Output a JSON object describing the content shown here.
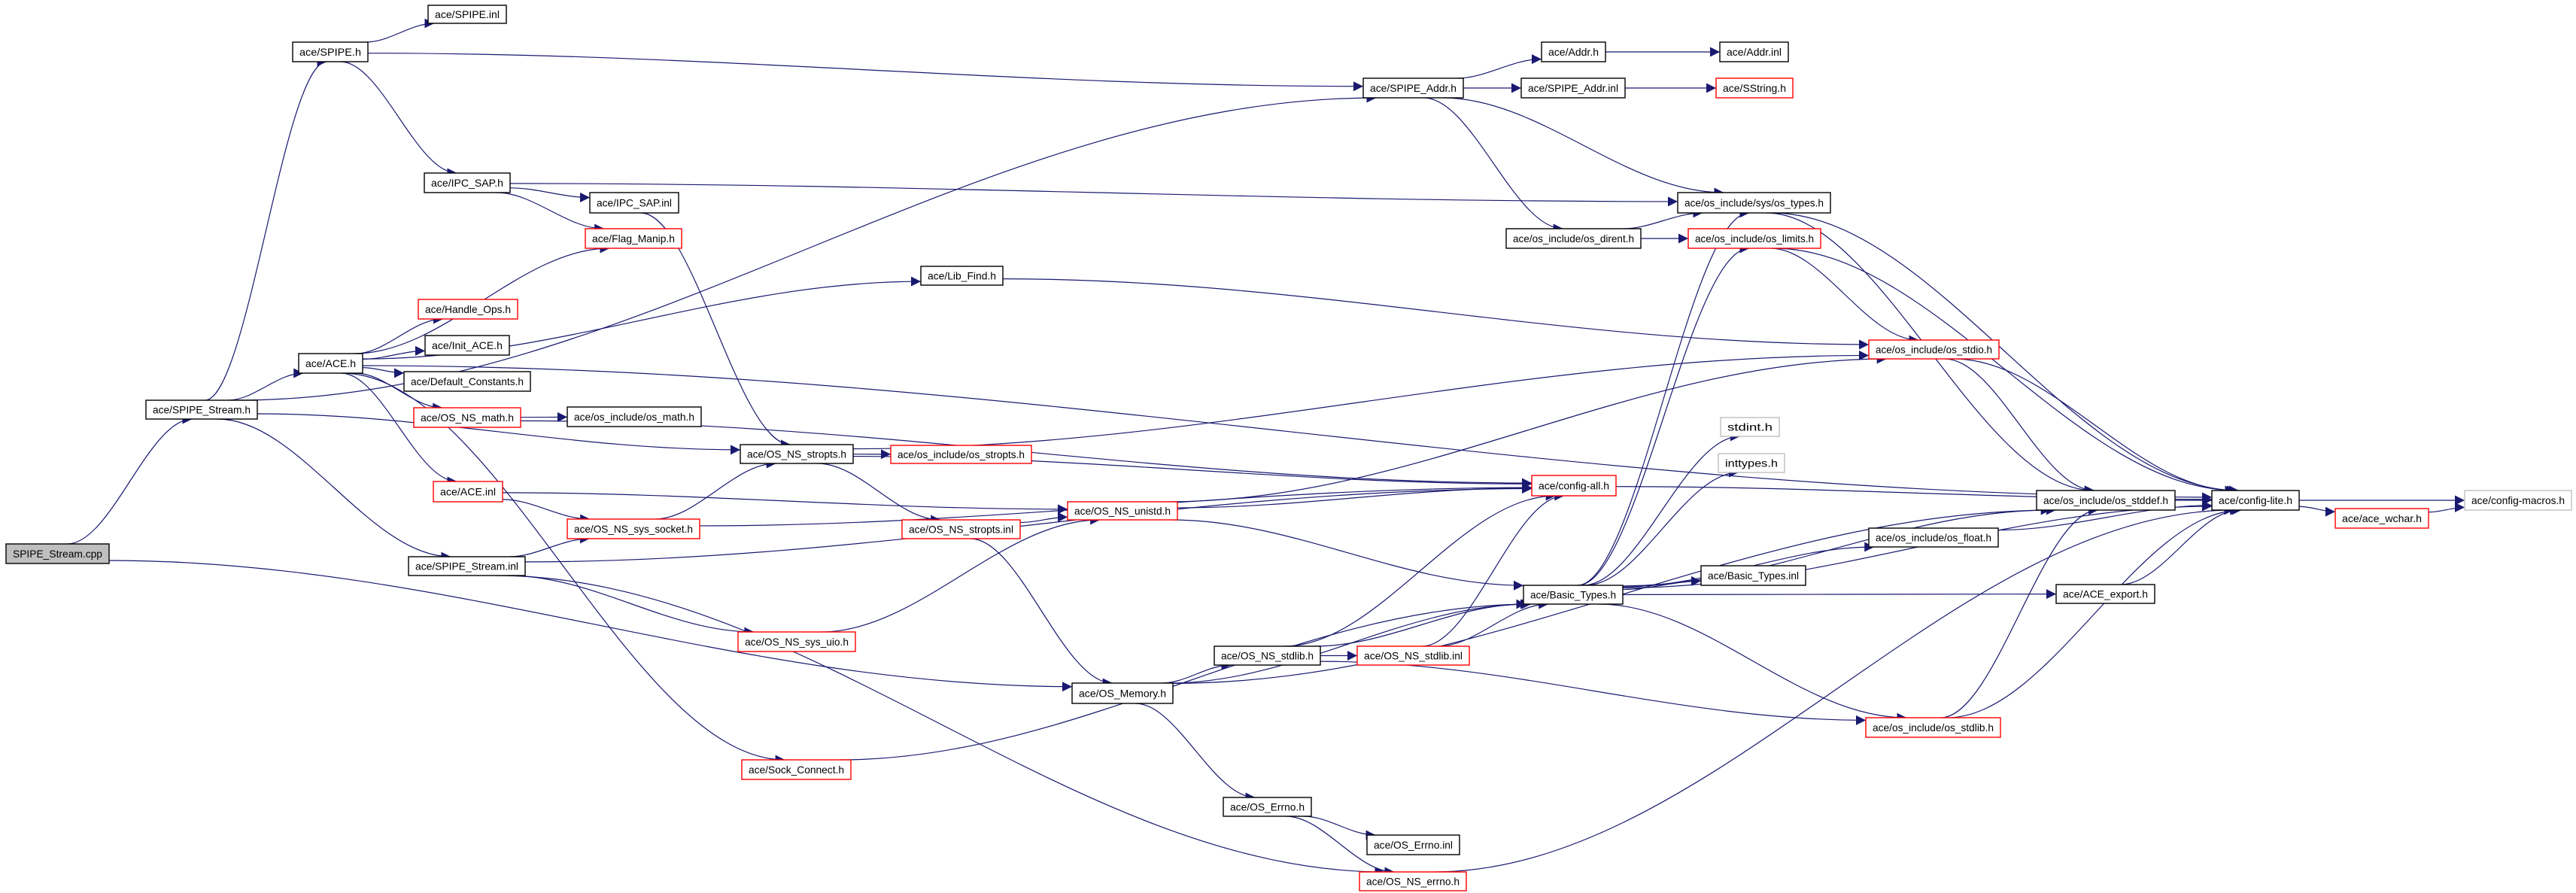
{
  "colors": {
    "edge": "#191970",
    "border_default": "#000000",
    "border_truncated": "#ff0000",
    "border_undocumented": "#bfbfbf",
    "root_fill": "#bfbfbf"
  },
  "nodes": {
    "cpp": {
      "label": "SPIPE_Stream.cpp",
      "kind": "root"
    },
    "spipe_stream_h": {
      "label": "ace/SPIPE_Stream.h",
      "kind": "default"
    },
    "spipe_h": {
      "label": "ace/SPIPE.h",
      "kind": "default"
    },
    "spipe_inl": {
      "label": "ace/SPIPE.inl",
      "kind": "default"
    },
    "ipc_sap_h": {
      "label": "ace/IPC_SAP.h",
      "kind": "default"
    },
    "ipc_sap_inl": {
      "label": "ace/IPC_SAP.inl",
      "kind": "default"
    },
    "flag_manip": {
      "label": "ace/Flag_Manip.h",
      "kind": "truncated"
    },
    "handle_ops": {
      "label": "ace/Handle_Ops.h",
      "kind": "truncated"
    },
    "init_ace": {
      "label": "ace/Init_ACE.h",
      "kind": "default"
    },
    "ace_h": {
      "label": "ace/ACE.h",
      "kind": "default"
    },
    "default_constants": {
      "label": "ace/Default_Constants.h",
      "kind": "default"
    },
    "os_ns_math": {
      "label": "ace/OS_NS_math.h",
      "kind": "truncated"
    },
    "os_math": {
      "label": "ace/os_include/os_math.h",
      "kind": "default"
    },
    "os_ns_stropts_h": {
      "label": "ace/OS_NS_stropts.h",
      "kind": "default"
    },
    "ace_inl": {
      "label": "ace/ACE.inl",
      "kind": "truncated"
    },
    "os_ns_sys_socket": {
      "label": "ace/OS_NS_sys_socket.h",
      "kind": "truncated"
    },
    "spipe_stream_inl": {
      "label": "ace/SPIPE_Stream.inl",
      "kind": "default"
    },
    "os_ns_sys_uio": {
      "label": "ace/OS_NS_sys_uio.h",
      "kind": "truncated"
    },
    "sock_connect": {
      "label": "ace/Sock_Connect.h",
      "kind": "truncated"
    },
    "spipe_addr_h": {
      "label": "ace/SPIPE_Addr.h",
      "kind": "default"
    },
    "addr_h": {
      "label": "ace/Addr.h",
      "kind": "default"
    },
    "addr_inl": {
      "label": "ace/Addr.inl",
      "kind": "default"
    },
    "spipe_addr_inl": {
      "label": "ace/SPIPE_Addr.inl",
      "kind": "default"
    },
    "sstring": {
      "label": "ace/SString.h",
      "kind": "truncated"
    },
    "os_types": {
      "label": "ace/os_include/sys/os_types.h",
      "kind": "default"
    },
    "os_dirent": {
      "label": "ace/os_include/os_dirent.h",
      "kind": "default"
    },
    "os_limits": {
      "label": "ace/os_include/os_limits.h",
      "kind": "truncated"
    },
    "lib_find": {
      "label": "ace/Lib_Find.h",
      "kind": "default"
    },
    "os_stdio": {
      "label": "ace/os_include/os_stdio.h",
      "kind": "truncated"
    },
    "os_stropts": {
      "label": "ace/os_include/os_stropts.h",
      "kind": "truncated"
    },
    "config_all": {
      "label": "ace/config-all.h",
      "kind": "truncated"
    },
    "os_ns_unistd": {
      "label": "ace/OS_NS_unistd.h",
      "kind": "truncated"
    },
    "os_ns_stropts_inl": {
      "label": "ace/OS_NS_stropts.inl",
      "kind": "truncated"
    },
    "basic_types_h": {
      "label": "ace/Basic_Types.h",
      "kind": "default"
    },
    "basic_types_inl": {
      "label": "ace/Basic_Types.inl",
      "kind": "default"
    },
    "os_ns_stdlib_h": {
      "label": "ace/OS_NS_stdlib.h",
      "kind": "default"
    },
    "os_ns_stdlib_inl": {
      "label": "ace/OS_NS_stdlib.inl",
      "kind": "truncated"
    },
    "os_memory": {
      "label": "ace/OS_Memory.h",
      "kind": "default"
    },
    "os_errno_h": {
      "label": "ace/OS_Errno.h",
      "kind": "default"
    },
    "os_errno_inl": {
      "label": "ace/OS_Errno.inl",
      "kind": "default"
    },
    "os_ns_errno": {
      "label": "ace/OS_NS_errno.h",
      "kind": "truncated"
    },
    "stdint": {
      "label": "stdint.h",
      "kind": "undocumented"
    },
    "inttypes": {
      "label": "inttypes.h",
      "kind": "undocumented"
    },
    "os_stddef": {
      "label": "ace/os_include/os_stddef.h",
      "kind": "default"
    },
    "config_lite": {
      "label": "ace/config-lite.h",
      "kind": "default"
    },
    "config_macros": {
      "label": "ace/config-macros.h",
      "kind": "undocumented"
    },
    "ace_wchar": {
      "label": "ace/ace_wchar.h",
      "kind": "truncated"
    },
    "os_float": {
      "label": "ace/os_include/os_float.h",
      "kind": "default"
    },
    "ace_export": {
      "label": "ace/ACE_export.h",
      "kind": "default"
    },
    "os_stdlib": {
      "label": "ace/os_include/os_stdlib.h",
      "kind": "truncated"
    }
  },
  "edges": [
    [
      "cpp",
      "spipe_stream_h"
    ],
    [
      "cpp",
      "os_memory"
    ],
    [
      "spipe_stream_h",
      "spipe_h"
    ],
    [
      "spipe_stream_h",
      "ace_h"
    ],
    [
      "spipe_stream_h",
      "os_ns_stropts_h"
    ],
    [
      "spipe_stream_h",
      "spipe_stream_inl"
    ],
    [
      "spipe_stream_h",
      "spipe_addr_h"
    ],
    [
      "spipe_h",
      "spipe_inl"
    ],
    [
      "spipe_h",
      "spipe_addr_h"
    ],
    [
      "spipe_h",
      "ipc_sap_h"
    ],
    [
      "ipc_sap_h",
      "ipc_sap_inl"
    ],
    [
      "ipc_sap_h",
      "flag_manip"
    ],
    [
      "ipc_sap_h",
      "os_types"
    ],
    [
      "ipc_sap_inl",
      "os_ns_stropts_h"
    ],
    [
      "ace_h",
      "flag_manip"
    ],
    [
      "ace_h",
      "lib_find"
    ],
    [
      "ace_h",
      "handle_ops"
    ],
    [
      "ace_h",
      "init_ace"
    ],
    [
      "ace_h",
      "default_constants"
    ],
    [
      "ace_h",
      "os_ns_math"
    ],
    [
      "ace_h",
      "ace_inl"
    ],
    [
      "ace_h",
      "sock_connect"
    ],
    [
      "ace_h",
      "config_lite"
    ],
    [
      "os_ns_math",
      "os_math"
    ],
    [
      "os_ns_math",
      "config_all"
    ],
    [
      "spipe_addr_h",
      "addr_h"
    ],
    [
      "spipe_addr_h",
      "spipe_addr_inl"
    ],
    [
      "spipe_addr_h",
      "os_types"
    ],
    [
      "spipe_addr_h",
      "os_dirent"
    ],
    [
      "addr_h",
      "addr_inl"
    ],
    [
      "spipe_addr_inl",
      "sstring"
    ],
    [
      "os_dirent",
      "os_types"
    ],
    [
      "os_dirent",
      "os_limits"
    ],
    [
      "os_types",
      "os_stddef"
    ],
    [
      "os_types",
      "config_lite"
    ],
    [
      "os_limits",
      "os_stdio"
    ],
    [
      "os_limits",
      "config_lite"
    ],
    [
      "lib_find",
      "os_stdio"
    ],
    [
      "os_ns_stropts_h",
      "os_stdio"
    ],
    [
      "os_ns_stropts_h",
      "os_stropts"
    ],
    [
      "os_ns_stropts_h",
      "config_all"
    ],
    [
      "os_ns_stropts_h",
      "os_ns_stropts_inl"
    ],
    [
      "os_stdio",
      "os_stddef"
    ],
    [
      "os_stdio",
      "config_lite"
    ],
    [
      "ace_inl",
      "os_ns_unistd"
    ],
    [
      "ace_inl",
      "os_ns_sys_socket"
    ],
    [
      "os_ns_sys_socket",
      "os_ns_stropts_h"
    ],
    [
      "os_ns_sys_socket",
      "config_all"
    ],
    [
      "spipe_stream_inl",
      "os_ns_sys_socket"
    ],
    [
      "spipe_stream_inl",
      "os_ns_sys_uio"
    ],
    [
      "spipe_stream_inl",
      "os_ns_errno"
    ],
    [
      "spipe_stream_inl",
      "config_all"
    ],
    [
      "os_ns_sys_uio",
      "os_ns_unistd"
    ],
    [
      "os_ns_stropts_inl",
      "os_ns_unistd"
    ],
    [
      "os_ns_stropts_inl",
      "os_memory"
    ],
    [
      "os_ns_unistd",
      "config_all"
    ],
    [
      "os_ns_unistd",
      "basic_types_h"
    ],
    [
      "os_ns_unistd",
      "os_stdio"
    ],
    [
      "config_all",
      "config_lite"
    ],
    [
      "basic_types_h",
      "os_types"
    ],
    [
      "basic_types_h",
      "os_limits"
    ],
    [
      "basic_types_h",
      "stdint"
    ],
    [
      "basic_types_h",
      "inttypes"
    ],
    [
      "basic_types_h",
      "os_stddef"
    ],
    [
      "basic_types_h",
      "os_float"
    ],
    [
      "basic_types_h",
      "basic_types_inl"
    ],
    [
      "basic_types_h",
      "ace_export"
    ],
    [
      "basic_types_h",
      "config_lite"
    ],
    [
      "basic_types_h",
      "os_stdlib"
    ],
    [
      "os_memory",
      "os_ns_stdlib_h"
    ],
    [
      "os_memory",
      "basic_types_h"
    ],
    [
      "os_memory",
      "os_stddef"
    ],
    [
      "os_memory",
      "os_errno_h"
    ],
    [
      "os_ns_stdlib_h",
      "os_ns_stdlib_inl"
    ],
    [
      "os_ns_stdlib_h",
      "config_all"
    ],
    [
      "os_ns_stdlib_h",
      "basic_types_h"
    ],
    [
      "os_ns_stdlib_h",
      "os_stdlib"
    ],
    [
      "os_ns_stdlib_inl",
      "basic_types_h"
    ],
    [
      "os_ns_stdlib_inl",
      "config_all"
    ],
    [
      "os_errno_h",
      "os_errno_inl"
    ],
    [
      "os_errno_h",
      "os_ns_errno"
    ],
    [
      "os_ns_errno",
      "config_lite"
    ],
    [
      "sock_connect",
      "basic_types_h"
    ],
    [
      "os_stddef",
      "config_lite"
    ],
    [
      "os_float",
      "config_lite"
    ],
    [
      "ace_export",
      "config_lite"
    ],
    [
      "os_stdlib",
      "os_stddef"
    ],
    [
      "os_stdlib",
      "config_lite"
    ],
    [
      "config_lite",
      "config_macros"
    ],
    [
      "config_lite",
      "ace_wchar"
    ],
    [
      "ace_wchar",
      "config_macros"
    ]
  ]
}
